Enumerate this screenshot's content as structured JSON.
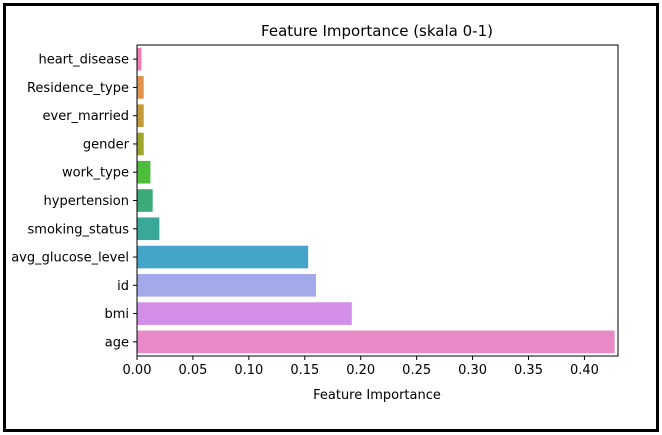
{
  "chart_data": {
    "type": "bar",
    "orientation": "horizontal",
    "title": "Feature Importance (skala 0-1)",
    "xlabel": "Feature Importance",
    "ylabel": "",
    "xlim": [
      0,
      0.43
    ],
    "xticks": [
      "0.00",
      "0.05",
      "0.10",
      "0.15",
      "0.20",
      "0.25",
      "0.30",
      "0.35",
      "0.40"
    ],
    "grid": false,
    "categories": [
      "heart_disease",
      "Residence_type",
      "ever_married",
      "gender",
      "work_type",
      "hypertension",
      "smoking_status",
      "avg_glucose_level",
      "id",
      "bmi",
      "age"
    ],
    "values": [
      0.004,
      0.006,
      0.006,
      0.006,
      0.012,
      0.014,
      0.02,
      0.153,
      0.16,
      0.192,
      0.427
    ],
    "colors": [
      "#f17cb0",
      "#e1924d",
      "#c49a3a",
      "#9da52f",
      "#4dbd3c",
      "#3daa7a",
      "#3aa898",
      "#45a5c9",
      "#a3aaea",
      "#d38ee8",
      "#e98ac8"
    ]
  }
}
